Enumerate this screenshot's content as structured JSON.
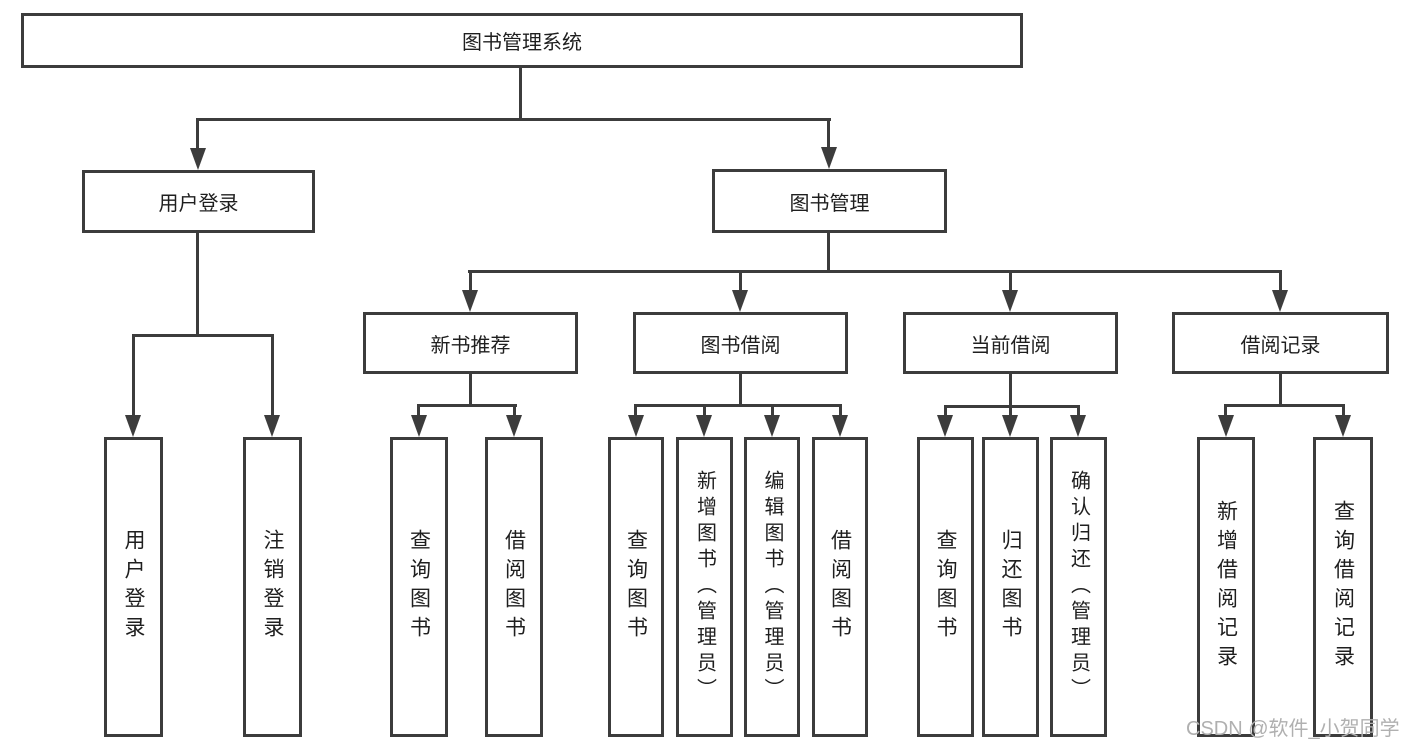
{
  "diagram_title": "图书管理系统",
  "tree": {
    "root": "图书管理系统",
    "branches": [
      {
        "label": "用户登录",
        "leaves": [
          "用户登录",
          "注销登录"
        ]
      },
      {
        "label": "图书管理",
        "groups": [
          {
            "label": "新书推荐",
            "leaves": [
              "查询图书",
              "借阅图书"
            ]
          },
          {
            "label": "图书借阅",
            "leaves": [
              "查询图书",
              "新增图书（管理员）",
              "编辑图书（管理员）",
              "借阅图书"
            ]
          },
          {
            "label": "当前借阅",
            "leaves": [
              "查询图书",
              "归还图书",
              "确认归还（管理员）"
            ]
          },
          {
            "label": "借阅记录",
            "leaves": [
              "新增借阅记录",
              "查询借阅记录"
            ]
          }
        ]
      }
    ]
  },
  "watermark": "CSDN @软件_小贺同学",
  "colors": {
    "line": "#3c3c3c",
    "text": "#1f1f1f",
    "watermark": "#b0b0b0",
    "background": "#ffffff"
  }
}
